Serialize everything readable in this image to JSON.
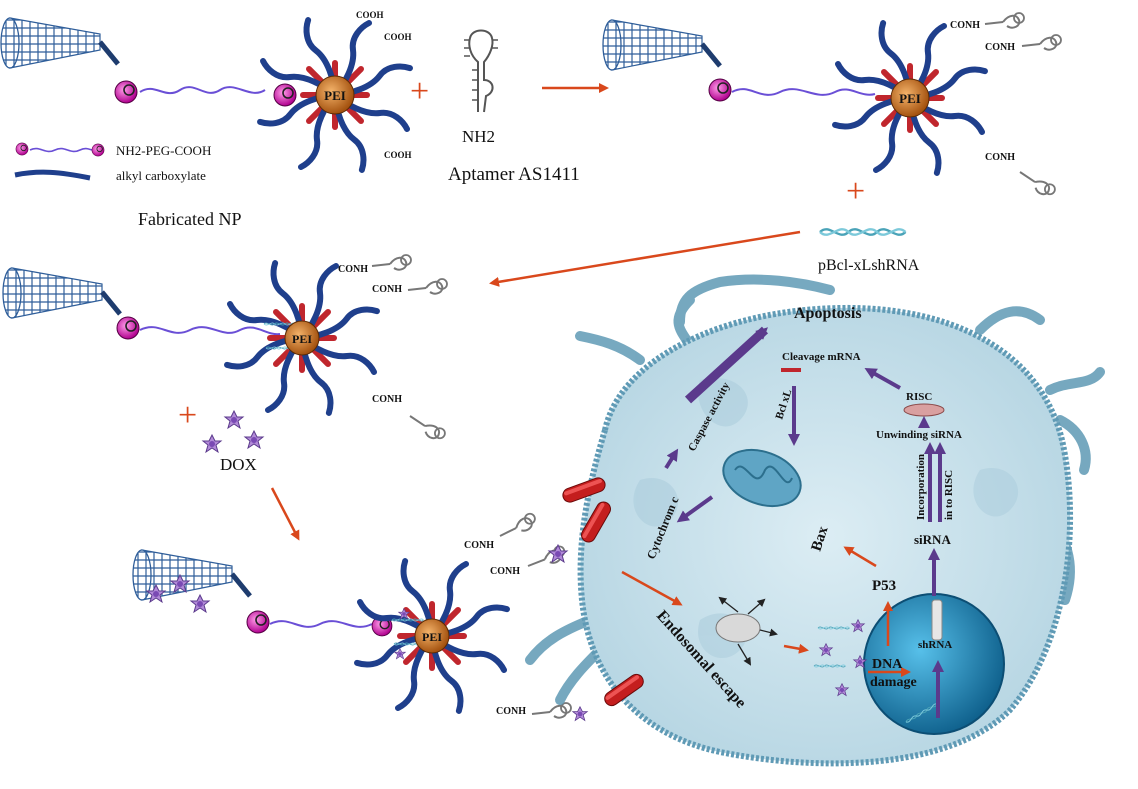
{
  "legend": {
    "peg": "NH2-PEG-COOH",
    "alkyl": "alkyl carboxylate"
  },
  "labels": {
    "fabricated_np": "Fabricated NP",
    "nh2": "NH2",
    "aptamer": "Aptamer AS1411",
    "shrna_plasmid": "pBcl-xLshRNA",
    "dox": "DOX",
    "plus": "+",
    "pei": "PEI",
    "conh": "CONH",
    "cooh": "COOH"
  },
  "cell": {
    "apoptosis": "Apoptosis",
    "cleavage": "Cleavage mRNA",
    "caspase": "Caspase activity",
    "bclxl": "Bcl xL",
    "risc": "RISC",
    "unwinding": "Unwinding siRNA",
    "incorporation": "Incorporation",
    "into_risc": "in to RISC",
    "sirna": "siRNA",
    "bax": "Bax",
    "cytochrom": "Cytochrom c",
    "p53": "P53",
    "shrna": "shRNA",
    "dna": "DNA",
    "damage": "damage",
    "endosomal": "Endosomal escape"
  },
  "colors": {
    "arrow_orange": "#d9481c",
    "arrow_purple": "#5b3a8c",
    "cnt_blue": "#2f5e9a",
    "peg_purple": "#6a4fd6",
    "alkyl_blue": "#1f3f8c",
    "pei_orange": "#c46a1a",
    "cell_fill": "#c9e1ec",
    "cell_border": "#5f9ab5",
    "nucleus": "#1f8bbf"
  }
}
